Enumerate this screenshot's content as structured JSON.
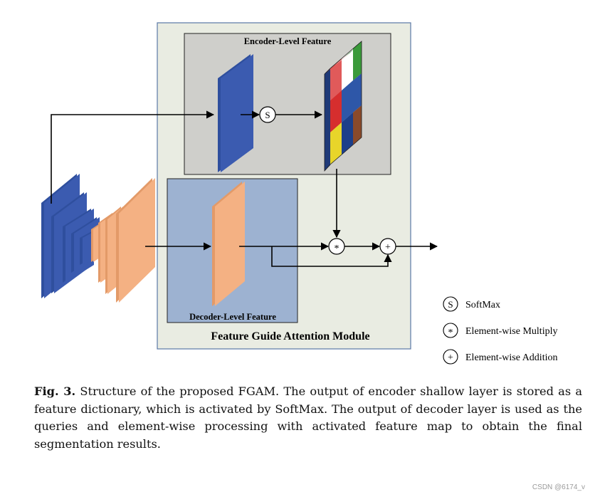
{
  "module": {
    "title": "Feature Guide Attention Module",
    "encoder_label": "Encoder-Level Feature",
    "decoder_label": "Decoder-Level Feature"
  },
  "operators": {
    "softmax_symbol": "S",
    "multiply_symbol": "*",
    "add_symbol": "+"
  },
  "legend": {
    "items": [
      {
        "symbol": "S",
        "label": "SoftMax"
      },
      {
        "symbol": "*",
        "label": "Element-wise Multiply"
      },
      {
        "symbol": "+",
        "label": "Element-wise Addition"
      }
    ]
  },
  "caption": {
    "label": "Fig. 3.",
    "text": "Structure of the proposed FGAM. The output of encoder shallow layer is stored as a feature dictionary, which is activated by SoftMax. The output of decoder layer is used as the queries and element-wise processing with activated feature map to obtain the final segmentation results."
  },
  "watermark": "CSDN @6174_v",
  "colors": {
    "module_bg": "#e9ece2",
    "module_border": "#5a78a6",
    "encoder_bg": "#cfcfcb",
    "decoder_bg": "#9db2d1",
    "blue_layer": "#3b5bb0",
    "orange_layer": "#f4b183"
  }
}
